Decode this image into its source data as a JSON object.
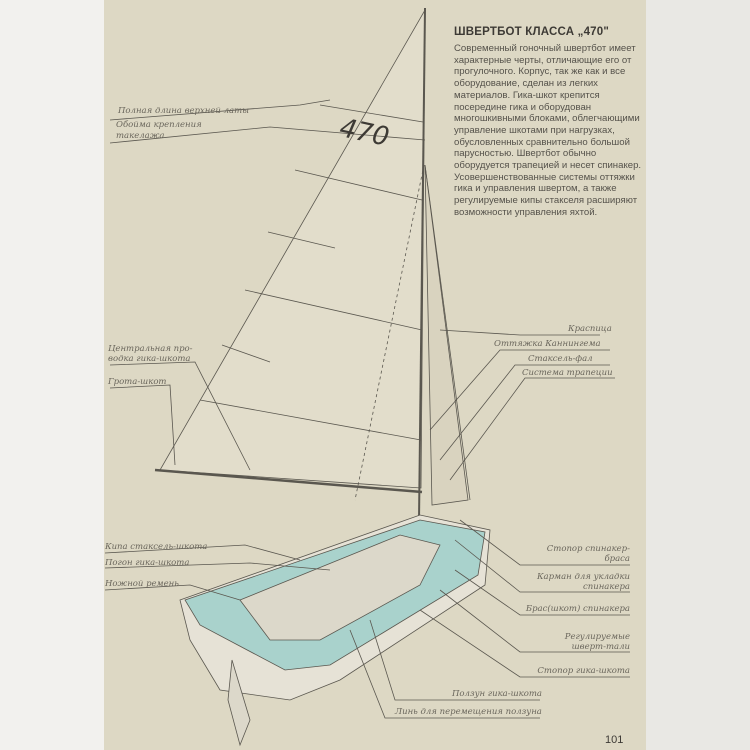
{
  "article": {
    "title": "ШВЕРТБОТ КЛАССА „470\"",
    "body": "Современный гоночный швертбот имеет характерные черты, отличающие его от прогулочного. Корпус, так же как и все оборудование, сделан из легких материалов. Гика-шкот крепится посередине гика и оборудован многошкивными блоками, облегчающими управление шкотами при нагрузках, обусловленных сравнительно большой парусностью. Швертбот обычно оборудуется трапецией и несет спинакер. Усовершенствованные системы оттяжки гика и управления швертом, а также регулируемые кипы стакселя расширяют возможности управления яхтой."
  },
  "sail_number": "470",
  "labels_left": {
    "top_batten": "Полная длина верхней латы",
    "rigging_ring_1": "Обойма крепления",
    "rigging_ring_2": "такелажа",
    "central_sheet_1": "Центральная про-",
    "central_sheet_2": "водка гика-шкота",
    "mainsheet": "Грота-шкот",
    "jib_fairlead": "Кипа стаксель-шкота",
    "sheet_track": "Погон гика-шкота",
    "foot_strap": "Ножной ремень"
  },
  "labels_right": {
    "spreader": "Краспица",
    "cunningham": "Оттяжка Каннингема",
    "jib_halyard": "Стаксель-фал",
    "trapeze": "Система трапеции",
    "guy_stopper_1": "Стопор спинакер-",
    "guy_stopper_2": "браса",
    "spinnaker_pocket_1": "Карман для укладки",
    "spinnaker_pocket_2": "спинакера",
    "spinnaker_guy": "Брас(шкот) спинакера",
    "adjustable_1": "Регулируемые",
    "adjustable_2": "шверт-тали",
    "mainsheet_stopper": "Стопор гика-шкота"
  },
  "labels_bottom": {
    "traveller": "Ползун гика-шкота",
    "traveller_line": "Линь для перемещения ползуна"
  },
  "page_number": "101",
  "colors": {
    "paper": "#ddd8c4",
    "deck": "#a9d2cc",
    "ink": "#55524b"
  }
}
